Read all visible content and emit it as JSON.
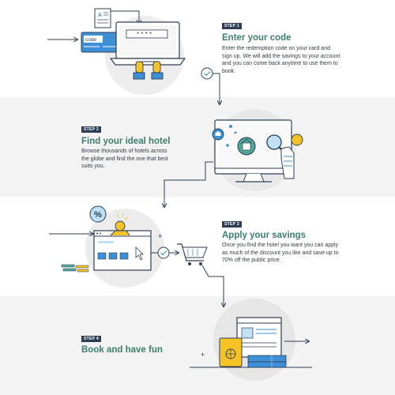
{
  "steps": [
    {
      "badge": "STEP 1",
      "title": "Enter your code",
      "description": "Enter the redemption code on your card and sign up. We will add the savings to your account and you can come back anytime to use them to book."
    },
    {
      "badge": "STEP 2",
      "title": "Find your ideal hotel",
      "description": "Browse thousands of hotels across the globe and find the one that best suits you."
    },
    {
      "badge": "STEP 3",
      "title": "Apply your savings",
      "description": "Once you find the hotel you want you can apply as much of the discount you like and save up to 70% off the public price."
    },
    {
      "badge": "STEP 4",
      "title": "Book and have fun",
      "description": ""
    }
  ],
  "illustrations": {
    "card_code_text": "code",
    "password_mask": "* * * *",
    "discount_symbol": "%",
    "plus_symbol": "+"
  },
  "colors": {
    "navy": "#2d3e55",
    "green_title": "#3b7f6c",
    "blue": "#3d8fd6",
    "light_blue": "#bfe0f5",
    "yellow": "#f6c327",
    "teal": "#4ea79b",
    "band": "#f3f3f3"
  }
}
